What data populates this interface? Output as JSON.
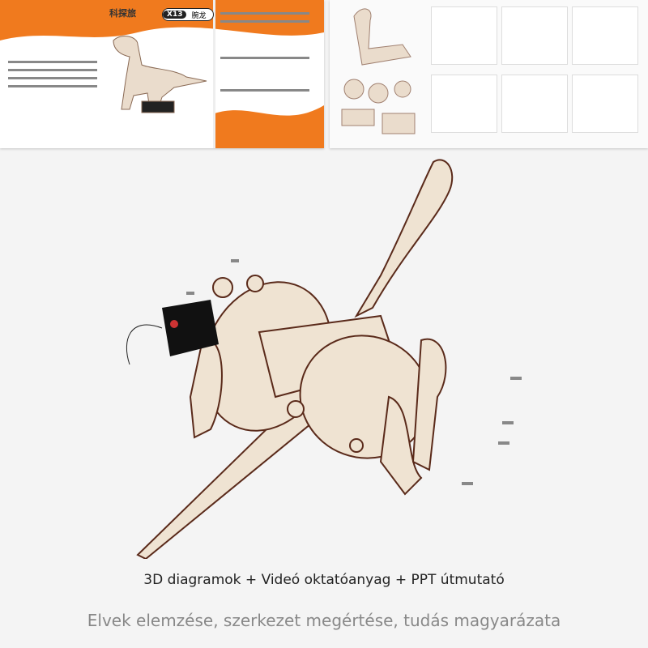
{
  "manual_left": {
    "brand": "科探旅",
    "model_code": "X13",
    "model_name": "腕龙"
  },
  "captions": {
    "primary": "3D diagramok + Videó oktatóanyag + PPT útmutató",
    "secondary": "Elvek elemzése, szerkezet megértése, tudás magyarázata"
  },
  "colors": {
    "accent": "#f07a1e",
    "wood": "#efe3d2",
    "edge": "#5a2a1a"
  }
}
